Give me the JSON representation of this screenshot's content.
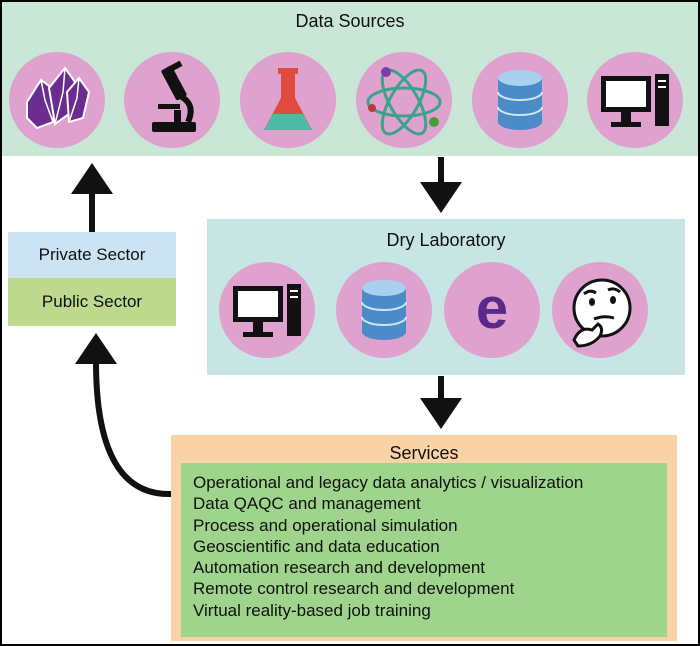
{
  "data_sources": {
    "title": "Data Sources",
    "icons": [
      "crystals-icon",
      "microscope-icon",
      "flask-icon",
      "atom-icon",
      "database-icon",
      "computer-icon"
    ]
  },
  "dry_lab": {
    "title": "Dry Laboratory",
    "icons": [
      "computer-icon",
      "database-icon",
      "e-letter-icon",
      "thinking-face-icon"
    ],
    "e_letter": "e"
  },
  "services": {
    "title": "Services",
    "items": [
      "Operational and legacy data analytics / visualization",
      "Data QAQC and management",
      "Process and operational simulation",
      "Geoscientific and data education",
      "Automation research and development",
      "Remote control research and development",
      "Virtual reality-based job training"
    ]
  },
  "sectors": {
    "private": "Private Sector",
    "public": "Public Sector"
  },
  "colors": {
    "sources_bg": "#c9e6d6",
    "dry_bg": "#c7e6e3",
    "services_outer": "#f9d2a6",
    "services_inner": "#9ed48b",
    "circle": "#dfa2cf",
    "private_bg": "#cbe3f3",
    "public_bg": "#bcd98d"
  }
}
